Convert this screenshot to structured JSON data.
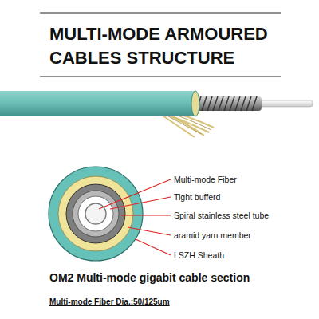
{
  "diagram": {
    "title": "MULTI-MODE ARMOURED CABLES STRUCTURE",
    "caption": "OM2 Multi-mode gigabit cable section",
    "labels": [
      "Multi-mode Fiber",
      "Tight bufferd",
      "Spiral stainless steel tube",
      "aramid yarn member",
      "LSZH Sheath",
      "Multi-mode Fiber Dia.:50/125um"
    ]
  }
}
